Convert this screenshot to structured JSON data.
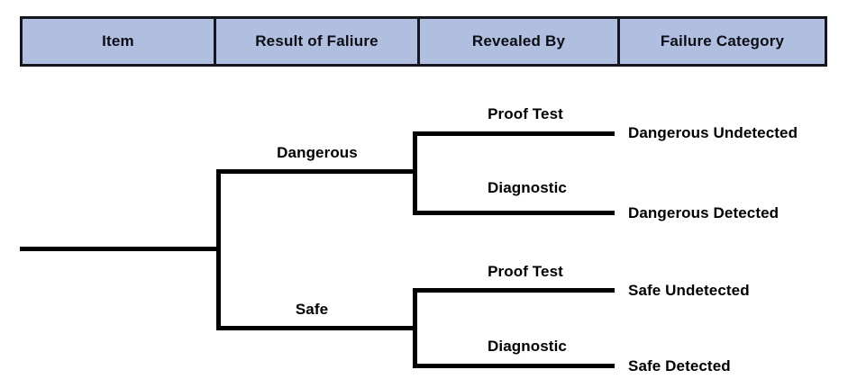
{
  "table": {
    "columns": [
      {
        "label": "Item"
      },
      {
        "label": "Result of Faliure"
      },
      {
        "label": "Revealed By"
      },
      {
        "label": "Failure Category"
      }
    ],
    "fill_color": "#b0bee0",
    "border_color": "#16161f",
    "text_color": "#0d0d14"
  },
  "tree": {
    "line_color": "#000000",
    "label_color": "#000000",
    "branches": {
      "dangerous": "Dangerous",
      "safe": "Safe"
    },
    "revealed_by": {
      "dangerous_proof_test": "Proof Test",
      "dangerous_diagnostic": "Diagnostic",
      "safe_proof_test": "Proof Test",
      "safe_diagnostic": "Diagnostic"
    },
    "leaves": {
      "dangerous_undetected": "Dangerous Undetected",
      "dangerous_detected": "Dangerous Detected",
      "safe_undetected": "Safe Undetected",
      "safe_detected": "Safe Detected"
    }
  }
}
